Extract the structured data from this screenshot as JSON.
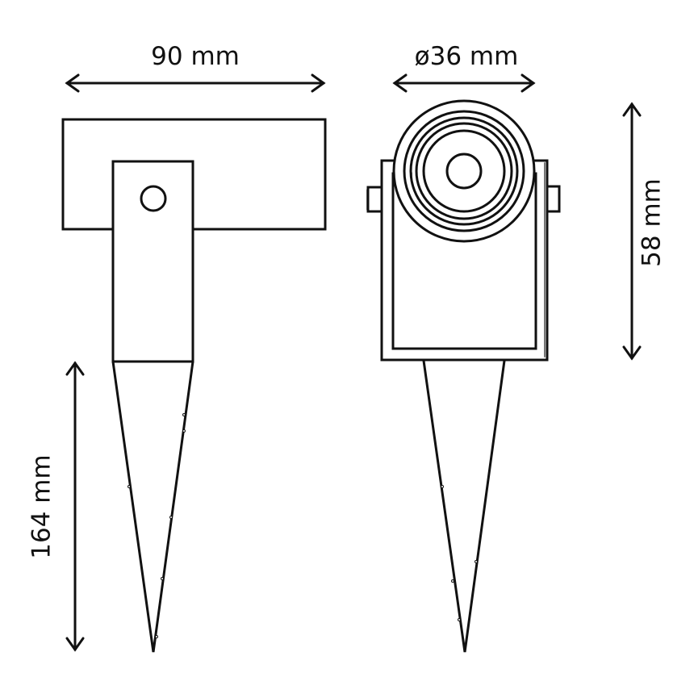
{
  "diagram": {
    "title": "Spike spotlight dimension drawing",
    "stroke_color": "#111111",
    "background": "#ffffff",
    "views": [
      {
        "name": "side-view",
        "description": "T-shaped mount with pivot hole and ground spike"
      },
      {
        "name": "front-view",
        "description": "Round lamp head with concentric rings, bracket and ground spike"
      }
    ],
    "dimensions": {
      "width": {
        "label": "90 mm",
        "value": 90,
        "unit": "mm",
        "orientation": "horizontal"
      },
      "diameter": {
        "label": "ø36 mm",
        "value": 36,
        "unit": "mm",
        "orientation": "horizontal"
      },
      "head_height": {
        "label": "58 mm",
        "value": 58,
        "unit": "mm",
        "orientation": "vertical"
      },
      "spike_length": {
        "label": "164 mm",
        "value": 164,
        "unit": "mm",
        "orientation": "vertical"
      }
    }
  }
}
